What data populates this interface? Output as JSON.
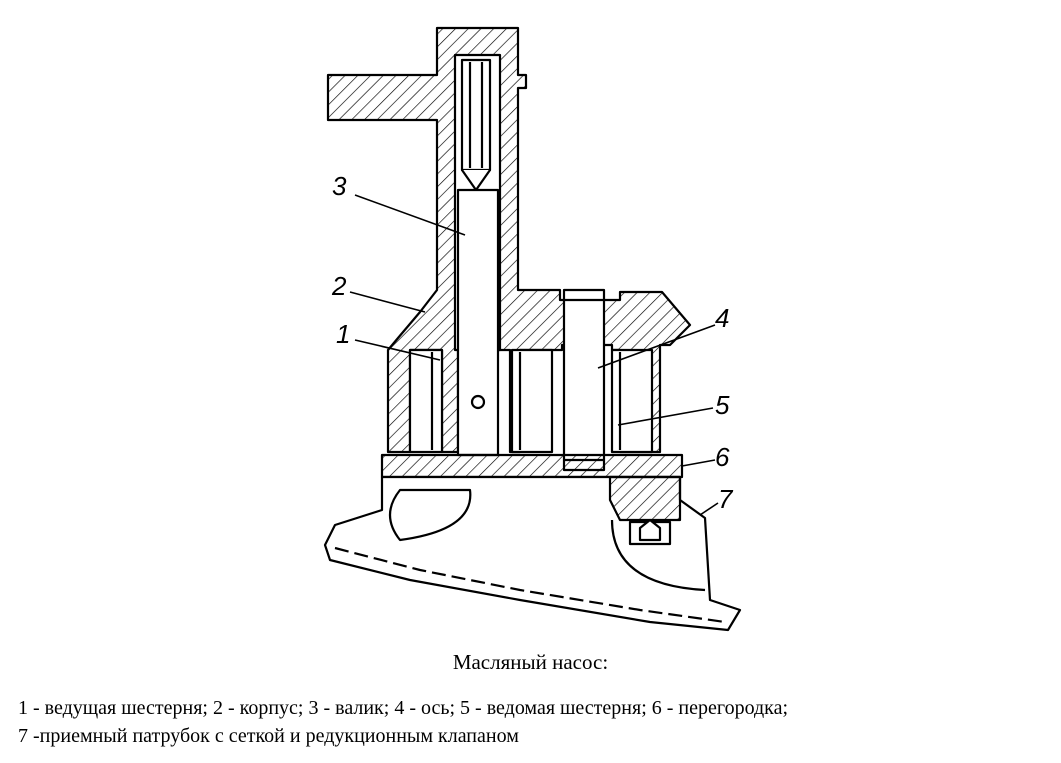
{
  "callouts": [
    "1",
    "2",
    "3",
    "4",
    "5",
    "6",
    "7"
  ],
  "caption": "Масляный насос:",
  "legend": {
    "line1": "1 - ведущая шестерня; 2 - корпус; 3 - валик; 4 - ось; 5 - ведомая шестерня; 6 - перегородка;",
    "line2": "7 -приемный патрубок с сеткой и редукционным клапаном"
  }
}
